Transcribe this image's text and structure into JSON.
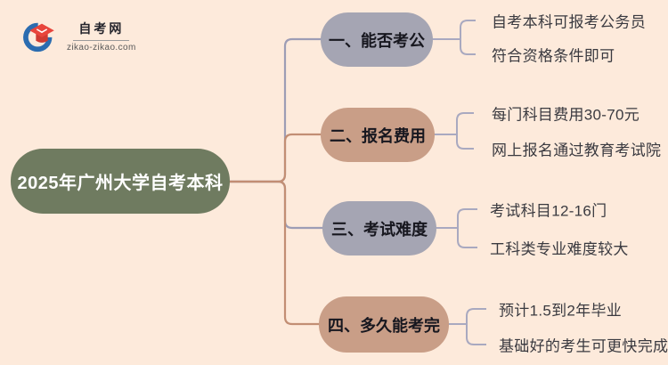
{
  "logo": {
    "title": "自考网",
    "domain": "zikao-zikao.com"
  },
  "mindmap": {
    "root": {
      "label": "2025年广州大学自考本科"
    },
    "branches": [
      {
        "label": "一、能否考公",
        "theme": "gray",
        "leaves": [
          "自考本科可报考公务员",
          "符合资格条件即可"
        ]
      },
      {
        "label": "二、报名费用",
        "theme": "rose",
        "leaves": [
          "每门科目费用30-70元",
          "网上报名通过教育考试院"
        ]
      },
      {
        "label": "三、考试难度",
        "theme": "gray",
        "leaves": [
          "考试科目12-16门",
          "工科类专业难度较大"
        ]
      },
      {
        "label": "四、多久能考完",
        "theme": "rose",
        "leaves": [
          "预计1.5到2年毕业",
          "基础好的考生可更快完成"
        ]
      }
    ]
  },
  "colors": {
    "background": "#fdeadb",
    "root_fill": "#6f7b60",
    "root_text": "#ffffff",
    "branch_gray_fill": "#a5a5b3",
    "branch_rose_fill": "#c99e87",
    "branch_text": "#17171f",
    "leaf_text": "#3a3a40",
    "line_gray": "#9d9db5",
    "line_rose": "#c28e74",
    "bracket": "#a9a9c0",
    "logo_red": "#e8453c",
    "logo_blue": "#2b6cb0"
  }
}
